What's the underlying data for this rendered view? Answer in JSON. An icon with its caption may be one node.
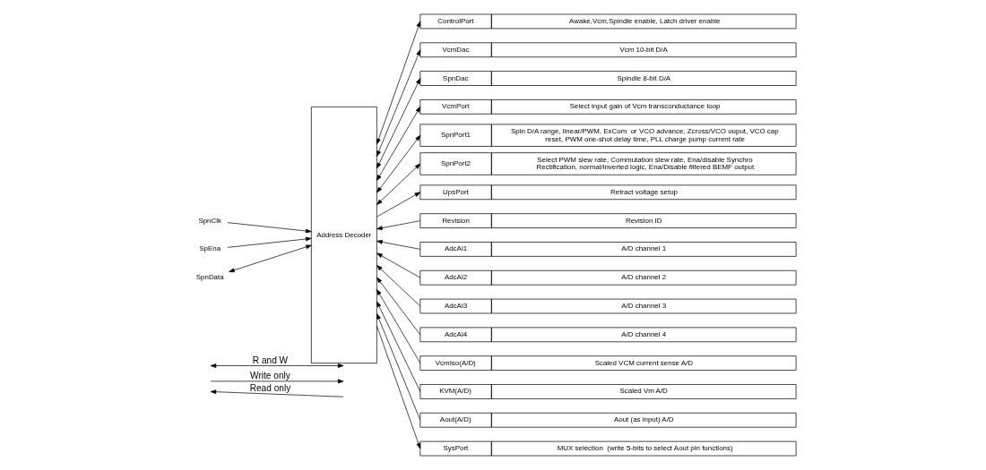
{
  "diagram": {
    "nodes": [
      {
        "text": [
          "SpnClk"
        ]
      },
      {
        "text": [
          "SpEna"
        ]
      },
      {
        "text": [
          "SpnData"
        ]
      },
      {
        "text": [
          "Address Decoder"
        ]
      },
      {
        "text": [
          "ControlPort",
          "Awake,Vcm,Spindle enable, Latch driver enable"
        ]
      },
      {
        "text": [
          "VcmDac",
          "Vcm 10-bit D/A"
        ]
      },
      {
        "text": [
          "SpnDac",
          "Spindle 8-bit D/A"
        ]
      },
      {
        "text": [
          "VcmPort",
          "Select input gain of Vcm transconductance loop"
        ]
      },
      {
        "text": [
          "SpnPort1",
          "Spin D/A range, linear/PWM, ExCom  or VCO advance, Zcross/VCO ouput, VCO cap reset, PWM one-shot delay time, PLL charge pump current rate"
        ]
      },
      {
        "text": [
          "SpnPort2",
          "Select PWM slew rate, Commutation slew rate, Ena/disable Synchro Rectification, normal/inverted logic, Ena/Disable filtered BEMF output"
        ]
      },
      {
        "text": [
          "UpsPort",
          "Retract voltage setup"
        ]
      },
      {
        "text": [
          "Revision",
          "Revision ID"
        ]
      },
      {
        "text": [
          "AdcAi1",
          "A/D channel 1"
        ]
      },
      {
        "text": [
          "AdcAi2",
          "A/D channel 2"
        ]
      },
      {
        "text": [
          "AdcAi3",
          "A/D channel 3"
        ]
      },
      {
        "text": [
          "AdcAi4",
          "A/D channel 4"
        ]
      },
      {
        "text": [
          "VcmIso(A/D)",
          "Scaled VCM current sense A/D"
        ]
      },
      {
        "text": [
          "KVM(A/D)",
          "Scaled Vm A/D"
        ]
      },
      {
        "text": [
          "Aout(A/D)",
          "Aout (as input) A/D"
        ]
      },
      {
        "text": [
          "SysPort",
          "MUX selection  (write 5-bits to select Aout pin functions)"
        ]
      }
    ],
    "edges": [
      {
        "from": 0,
        "to": 3,
        "arrow": "to"
      },
      {
        "from": 1,
        "to": 3,
        "arrow": "to"
      },
      {
        "from": 2,
        "to": 3,
        "arrow": "both"
      },
      {
        "from": 3,
        "to": 4,
        "arrow": "both"
      },
      {
        "from": 3,
        "to": 5,
        "arrow": "both"
      },
      {
        "from": 3,
        "to": 6,
        "arrow": "both"
      },
      {
        "from": 3,
        "to": 7,
        "arrow": "both"
      },
      {
        "from": 3,
        "to": 8,
        "arrow": "both"
      },
      {
        "from": 3,
        "to": 9,
        "arrow": "both"
      },
      {
        "from": 3,
        "to": 10,
        "arrow": "to"
      },
      {
        "from": 11,
        "to": 3,
        "arrow": "to"
      },
      {
        "from": 12,
        "to": 3,
        "arrow": "to"
      },
      {
        "from": 13,
        "to": 3,
        "arrow": "to"
      },
      {
        "from": 14,
        "to": 3,
        "arrow": "to"
      },
      {
        "from": 15,
        "to": 3,
        "arrow": "to"
      },
      {
        "from": 16,
        "to": 3,
        "arrow": "to"
      },
      {
        "from": 17,
        "to": 3,
        "arrow": "to"
      },
      {
        "from": 18,
        "to": 3,
        "arrow": "to"
      },
      {
        "from": 3,
        "to": 19,
        "arrow": "to"
      }
    ],
    "legend": [
      {
        "text": "R and W"
      },
      {
        "text": "Write only"
      },
      {
        "text": "Read only"
      }
    ]
  }
}
